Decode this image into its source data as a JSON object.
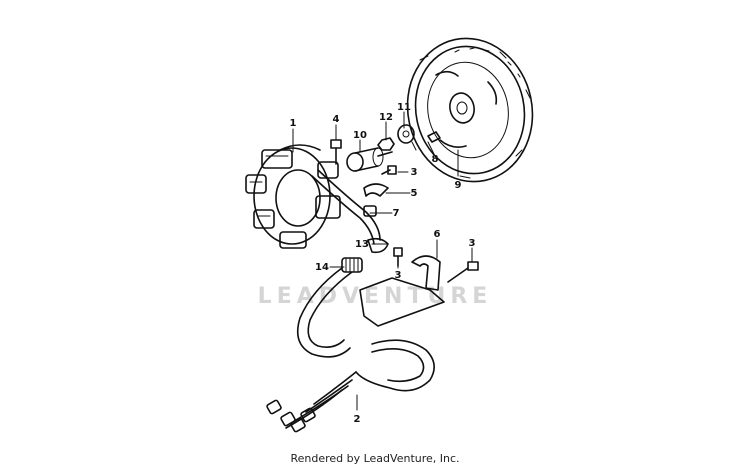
{
  "watermark": "LEADVENTURE",
  "caption": "Rendered by LeadVenture, Inc.",
  "labels": {
    "l1": "1",
    "l2": "2",
    "l3a": "3",
    "l3b": "3",
    "l3c": "3",
    "l4": "4",
    "l5": "5",
    "l6": "6",
    "l7": "7",
    "l8": "8",
    "l9": "9",
    "l10": "10",
    "l11": "11",
    "l12": "12",
    "l13": "13",
    "l14": "14"
  }
}
